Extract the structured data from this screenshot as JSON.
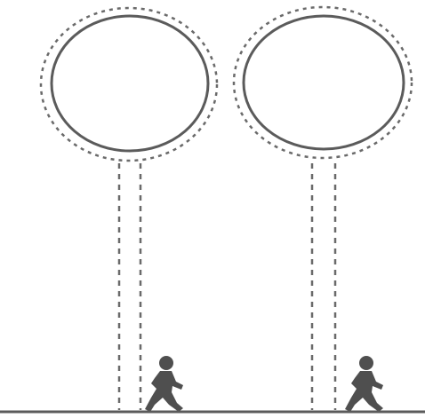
{
  "figure": {
    "elements": [
      {
        "name": "left-lamp",
        "icon": "street-lamp-icon"
      },
      {
        "name": "right-lamp",
        "icon": "street-lamp-icon"
      },
      {
        "name": "left-child",
        "icon": "child-figure-icon"
      },
      {
        "name": "right-child",
        "icon": "child-figure-icon"
      },
      {
        "name": "ground-line",
        "icon": "ground-line-icon"
      }
    ],
    "colors": {
      "line": "#5b5b5b",
      "figure": "#4f4f4f",
      "dash": "#6a6a6a",
      "background": "#ffffff"
    }
  }
}
